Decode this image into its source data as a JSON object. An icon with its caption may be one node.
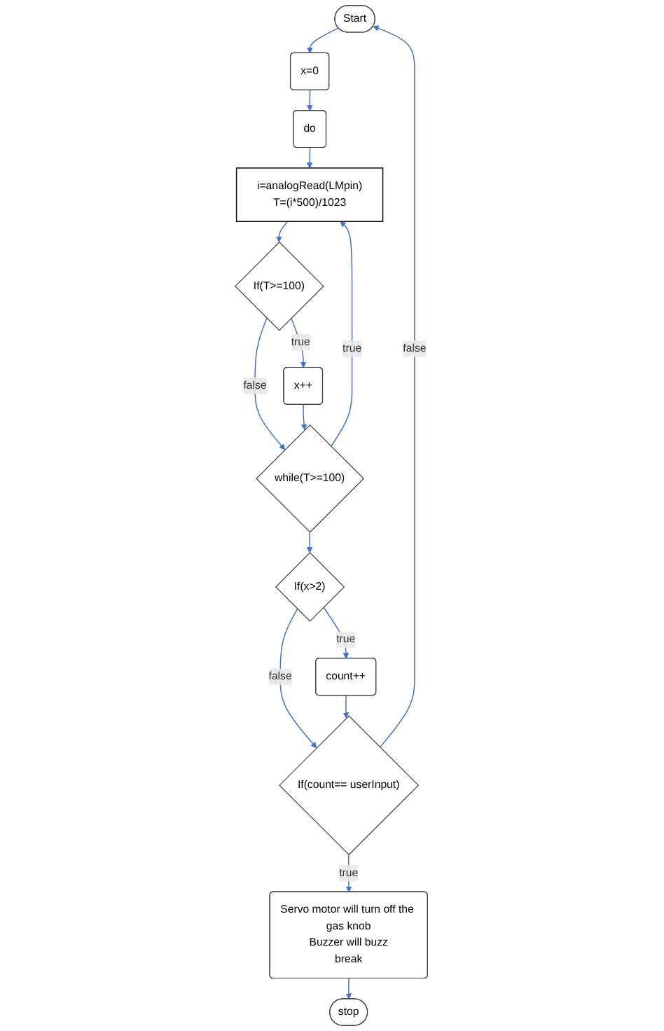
{
  "diagram": {
    "nodes": [
      {
        "text": [
          "Start"
        ]
      },
      {
        "text": [
          "x=0"
        ]
      },
      {
        "text": [
          "do"
        ]
      },
      {
        "text": [
          "i=analogRead(LMpin)",
          "T=(i*500)/1023"
        ]
      },
      {
        "text": [
          "If(T>=100)"
        ]
      },
      {
        "text": [
          "x++"
        ]
      },
      {
        "text": [
          "while(T>=100)"
        ]
      },
      {
        "text": [
          "If(x>2)"
        ]
      },
      {
        "text": [
          "count++"
        ]
      },
      {
        "text": [
          "If(count== userInput)"
        ]
      },
      {
        "text": [
          "Servo motor will turn off the gas knob",
          "Buzzer will buzz",
          "break"
        ]
      },
      {
        "text": [
          "stop"
        ]
      }
    ],
    "edges": [
      {
        "from": 0,
        "to": 1,
        "arrow": "to"
      },
      {
        "from": 1,
        "to": 2,
        "arrow": "to"
      },
      {
        "from": 2,
        "to": 3,
        "arrow": "to"
      },
      {
        "from": 3,
        "to": 4,
        "arrow": "to"
      },
      {
        "from": 4,
        "to": 5,
        "arrow": "to",
        "label": "true"
      },
      {
        "from": 4,
        "to": 6,
        "arrow": "to",
        "label": "false"
      },
      {
        "from": 5,
        "to": 6,
        "arrow": "to"
      },
      {
        "from": 6,
        "to": 3,
        "arrow": "to",
        "label": "true"
      },
      {
        "from": 6,
        "to": 7,
        "arrow": "to"
      },
      {
        "from": 7,
        "to": 8,
        "arrow": "to",
        "label": "true"
      },
      {
        "from": 7,
        "to": 9,
        "arrow": "to",
        "label": "false"
      },
      {
        "from": 8,
        "to": 9,
        "arrow": "to"
      },
      {
        "from": 9,
        "to": 0,
        "arrow": "to",
        "label": "false"
      },
      {
        "from": 9,
        "to": 10,
        "arrow": "to",
        "label": "true"
      },
      {
        "from": 10,
        "to": 11,
        "arrow": "to"
      }
    ]
  }
}
